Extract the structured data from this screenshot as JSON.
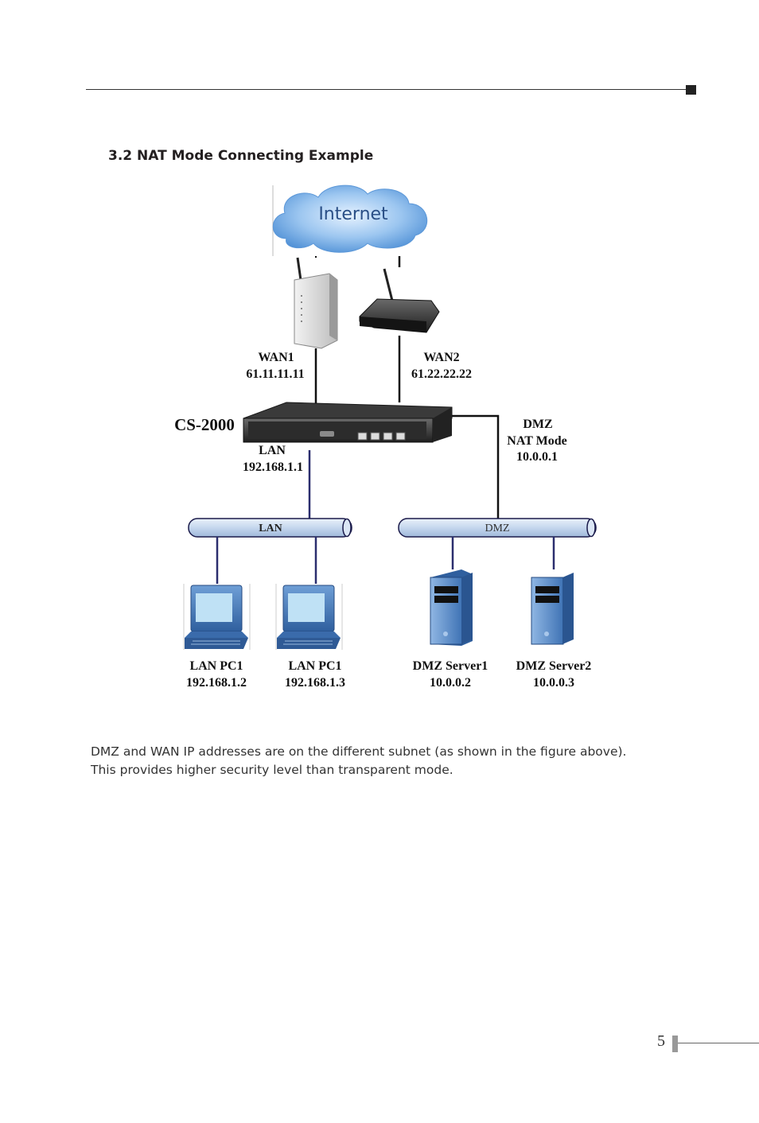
{
  "section": {
    "title": "3.2 NAT Mode Connecting Example"
  },
  "diagram": {
    "cloud_label": "Internet",
    "device_name": "CS-2000",
    "wan1": {
      "label": "WAN1",
      "ip": "61.11.11.11"
    },
    "wan2": {
      "label": "WAN2",
      "ip": "61.22.22.22"
    },
    "lan_port": {
      "label": "LAN",
      "ip": "192.168.1.1"
    },
    "dmz_port": {
      "label": "DMZ",
      "mode": "NAT Mode",
      "ip": "10.0.0.1"
    },
    "lan_bus_label": "LAN",
    "dmz_bus_label": "DMZ",
    "lan_pc1": {
      "name": "LAN PC1",
      "ip": "192.168.1.2"
    },
    "lan_pc2": {
      "name": "LAN PC1",
      "ip": "192.168.1.3"
    },
    "dmz_server1": {
      "name": "DMZ Server1",
      "ip": "10.0.0.2"
    },
    "dmz_server2": {
      "name": "DMZ Server2",
      "ip": "10.0.0.3"
    },
    "colors": {
      "cable": "#1a1a1a",
      "lan_cable": "#2b2e6e",
      "bus_fill": "#c9d9ee",
      "server_blue": "#5b8bc9",
      "cloud": "#7fb2e8"
    }
  },
  "body": {
    "line1": "DMZ and WAN IP addresses are on the different subnet (as shown in the figure above).",
    "line2": "This provides higher security level than transparent mode."
  },
  "footer": {
    "page_number": "5"
  }
}
